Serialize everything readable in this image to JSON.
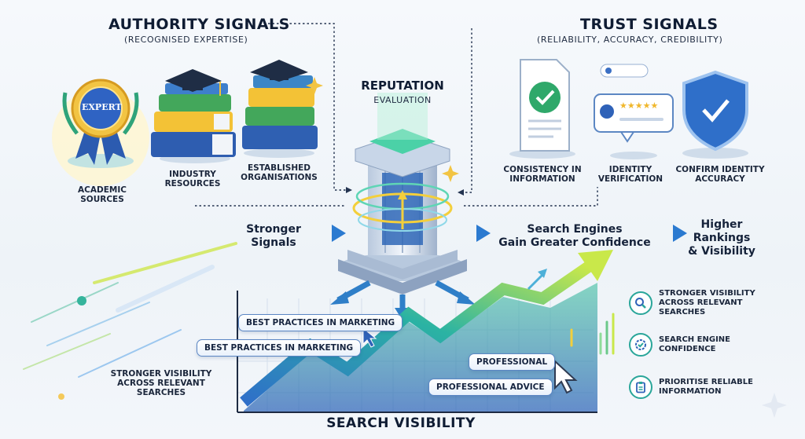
{
  "authority": {
    "title": "AUTHORITY SIGNALS",
    "subtitle": "(RECOGNISED EXPERTISE)",
    "badge_text": "EXPERT",
    "items": [
      "ACADEMIC\nSOURCES",
      "INDUSTRY\nRESOURCES",
      "ESTABLISHED\nORGANISATIONS"
    ]
  },
  "trust": {
    "title": "TRUST SIGNALS",
    "subtitle": "(RELIABILITY, ACCURACY, CREDIBILITY)",
    "items": [
      "CONSISTENCY IN\nINFORMATION",
      "IDENTITY\nVERIFICATION",
      "CONFIRM IDENTITY\nACCURACY"
    ]
  },
  "reputation": {
    "title": "REPUTATION",
    "subtitle": "EVALUATION"
  },
  "flow": {
    "step1": "Stronger\nSignals",
    "step2": "Search Engines\nGain Greater Confidence",
    "step3": "Higher\nRankings\n& Visibility"
  },
  "pills": {
    "p1": "BEST PRACTICES IN MARKETING",
    "p2": "BEST PRACTICES IN MARKETING",
    "p3": "PROFESSIONAL",
    "p4": "PROFESSIONAL ADVICE"
  },
  "left_caption": "STRONGER VISIBILITY\nACROSS RELEVANT\nSEARCHES",
  "chart_title": "SEARCH VISIBILITY",
  "benefits": [
    {
      "icon": "magnifier-icon",
      "text": "STRONGER VISIBILITY\nACROSS RELEVANT\nSEARCHES"
    },
    {
      "icon": "check-gear-icon",
      "text": "SEARCH ENGINE\nCONFIDENCE"
    },
    {
      "icon": "clipboard-icon",
      "text": "PRIORITISE RELIABLE\nINFORMATION"
    }
  ],
  "colors": {
    "accent_teal": "#2aa69a",
    "accent_blue": "#3a6fc4",
    "accent_green": "#7fcf3e",
    "gold": "#e8b53a"
  }
}
